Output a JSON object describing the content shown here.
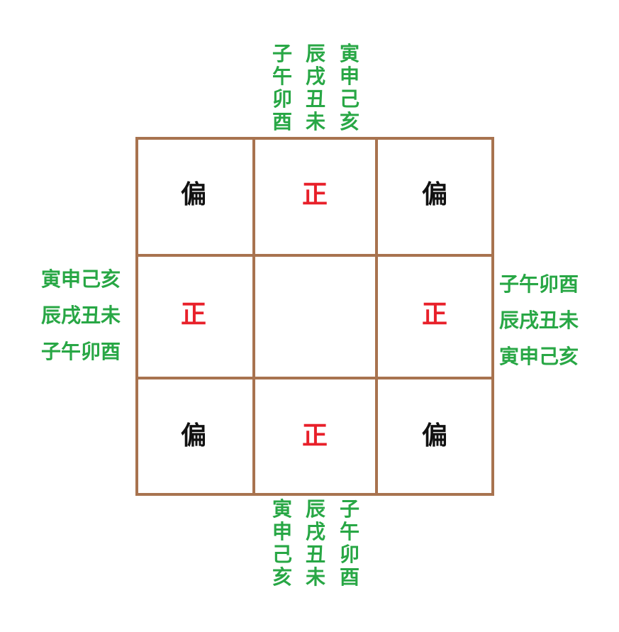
{
  "colors": {
    "grid_line": "#a8734f",
    "accent_red": "#e8202a",
    "plain_black": "#111111",
    "branch_green": "#28a745"
  },
  "cells": [
    {
      "text": "偏",
      "tone": "plain"
    },
    {
      "text": "正",
      "tone": "accent"
    },
    {
      "text": "偏",
      "tone": "plain"
    },
    {
      "text": "正",
      "tone": "accent"
    },
    {
      "text": "",
      "tone": "plain"
    },
    {
      "text": "正",
      "tone": "accent"
    },
    {
      "text": "偏",
      "tone": "plain"
    },
    {
      "text": "正",
      "tone": "accent"
    },
    {
      "text": "偏",
      "tone": "plain"
    }
  ],
  "top_labels": [
    "子午卯酉",
    "辰戌丑未",
    "寅申己亥"
  ],
  "bottom_labels": [
    "寅申己亥",
    "辰戌丑未",
    "子午卯酉"
  ],
  "left_labels": [
    "寅申己亥",
    "辰戌丑未",
    "子午卯酉"
  ],
  "right_labels": [
    "子午卯酉",
    "辰戌丑未",
    "寅申己亥"
  ]
}
